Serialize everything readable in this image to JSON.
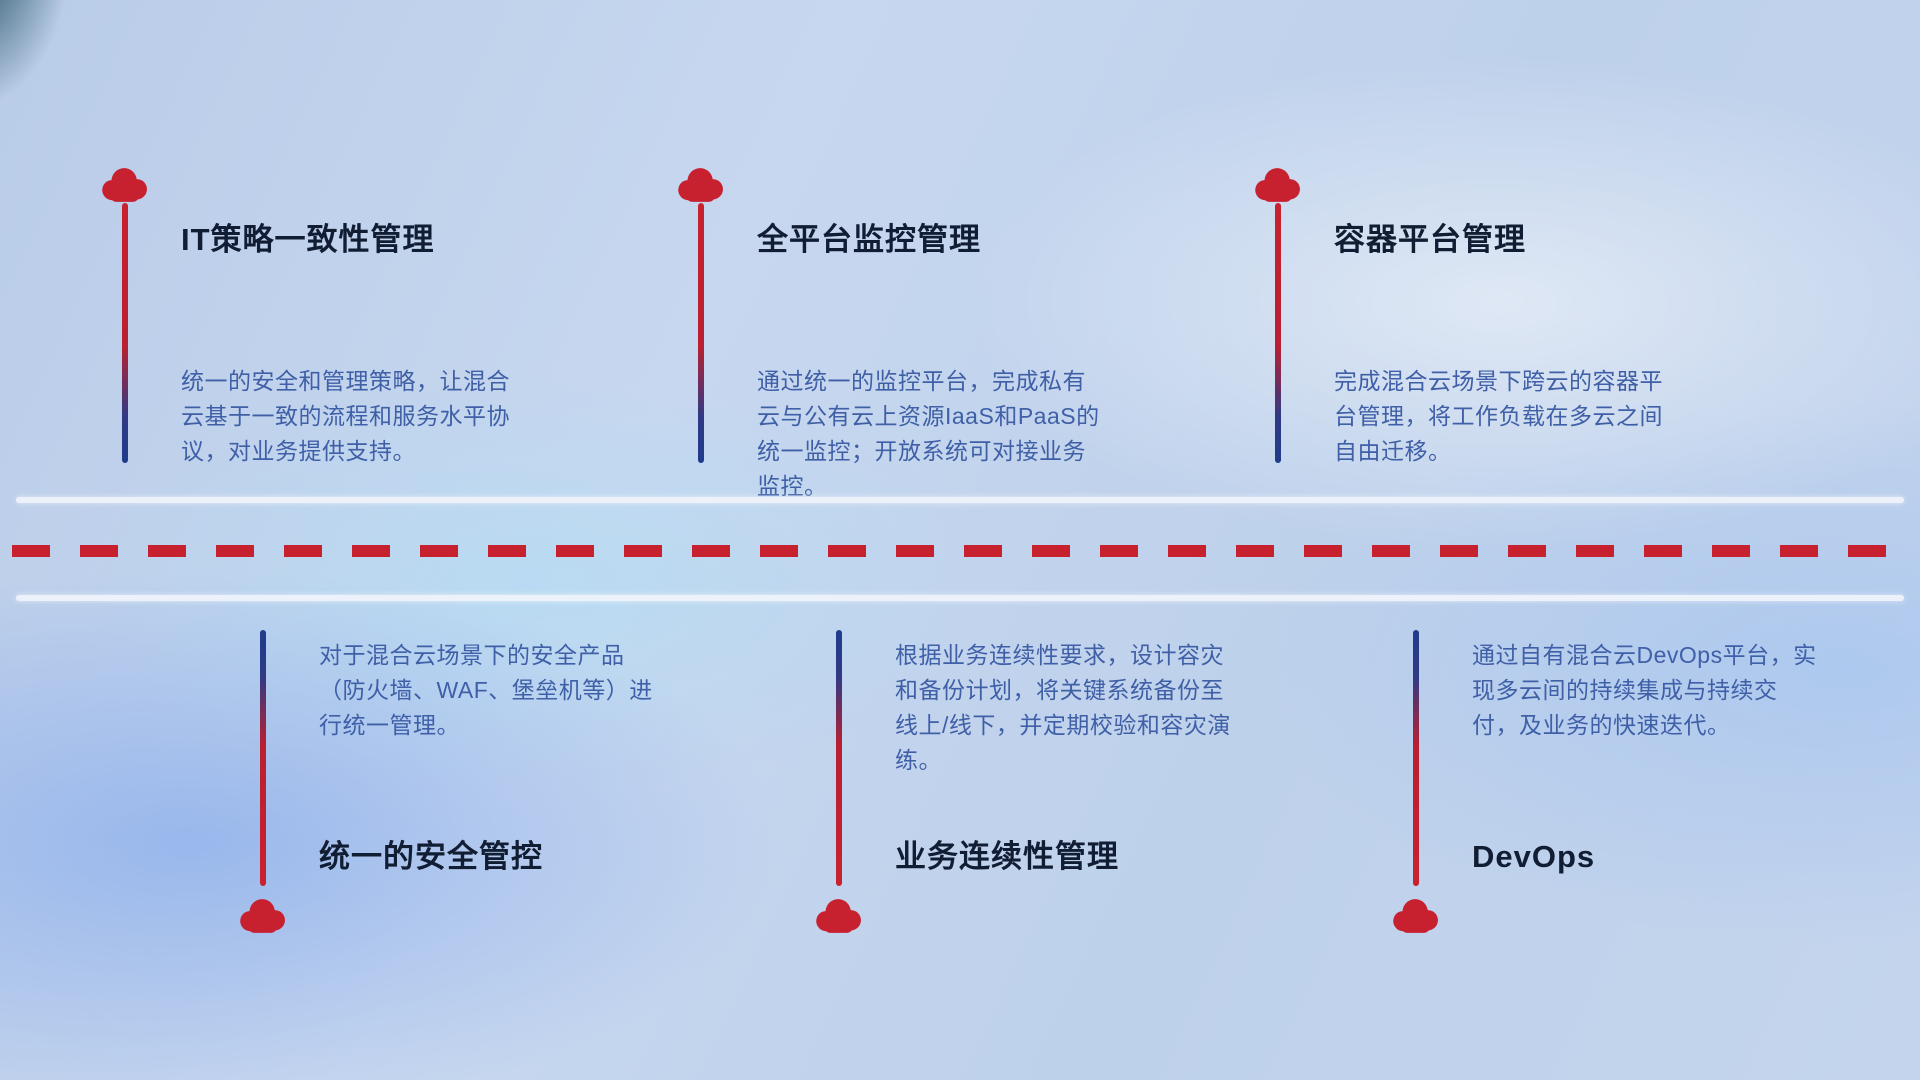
{
  "colors": {
    "accent_red": "#c7202f",
    "stem_blue": "#1e3c8c",
    "title_text": "#111d33",
    "body_text": "#3f5fa7",
    "divider": "#edf2fa"
  },
  "top_items": [
    {
      "icon": "cloud-icon",
      "title": "IT策略一致性管理",
      "description": "统一的安全和管理策略，让混合云基于一致的流程和服务水平协议，对业务提供支持。"
    },
    {
      "icon": "cloud-icon",
      "title": "全平台监控管理",
      "description": "通过统一的监控平台，完成私有云与公有云上资源IaaS和PaaS的统一监控；开放系统可对接业务监控。"
    },
    {
      "icon": "cloud-icon",
      "title": "容器平台管理",
      "description": "完成混合云场景下跨云的容器平台管理，将工作负载在多云之间自由迁移。"
    }
  ],
  "bottom_items": [
    {
      "icon": "cloud-icon",
      "title": "统一的安全管控",
      "description": "对于混合云场景下的安全产品（防火墙、WAF、堡垒机等）进行统一管理。"
    },
    {
      "icon": "cloud-icon",
      "title": "业务连续性管理",
      "description": "根据业务连续性要求，设计容灾和备份计划，将关键系统备份至线上/线下，并定期校验和容灾演练。"
    },
    {
      "icon": "cloud-icon",
      "title": "DevOps",
      "description": "通过自有混合云DevOps平台，实现多云间的持续集成与持续交付，及业务的快速迭代。"
    }
  ]
}
